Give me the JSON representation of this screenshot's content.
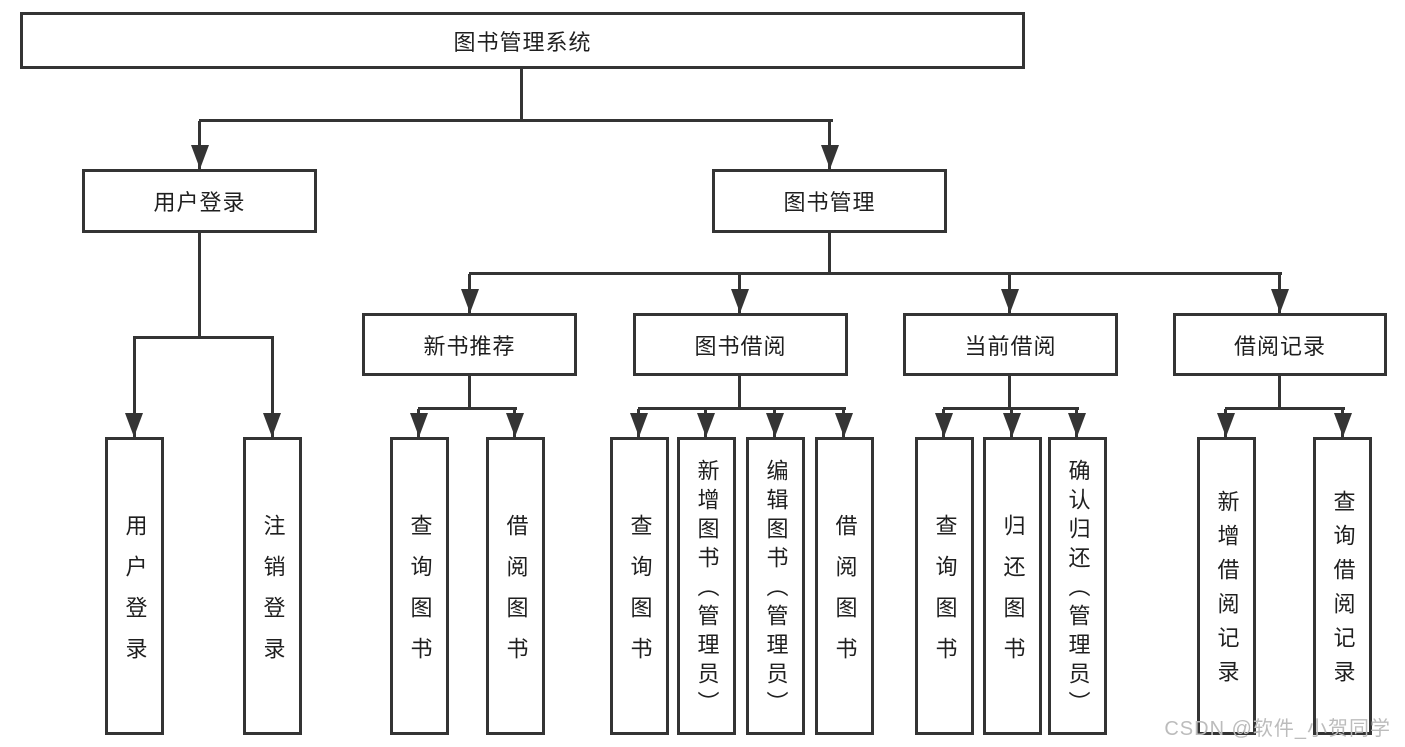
{
  "diagram_title": "图书管理系统",
  "watermark": "CSDN @软件_小贺同学",
  "tree": {
    "root": {
      "label": "图书管理系统"
    },
    "login": {
      "label": "用户登录",
      "leaves": [
        "用户登录",
        "注销登录"
      ]
    },
    "management": {
      "label": "图书管理",
      "groups": [
        {
          "label": "新书推荐",
          "leaves": [
            "查询图书",
            "借阅图书"
          ]
        },
        {
          "label": "图书借阅",
          "leaves": [
            "查询图书",
            "新增图书（管理员）",
            "编辑图书（管理员）",
            "借阅图书"
          ]
        },
        {
          "label": "当前借阅",
          "leaves": [
            "查询图书",
            "归还图书",
            "确认归还（管理员）"
          ]
        },
        {
          "label": "借阅记录",
          "leaves": [
            "新增借阅记录",
            "查询借阅记录"
          ]
        }
      ]
    }
  },
  "colors": {
    "line": "#343434",
    "text": "#1f1f1f",
    "background": "#ffffff",
    "watermark": "#bcbcbc"
  }
}
